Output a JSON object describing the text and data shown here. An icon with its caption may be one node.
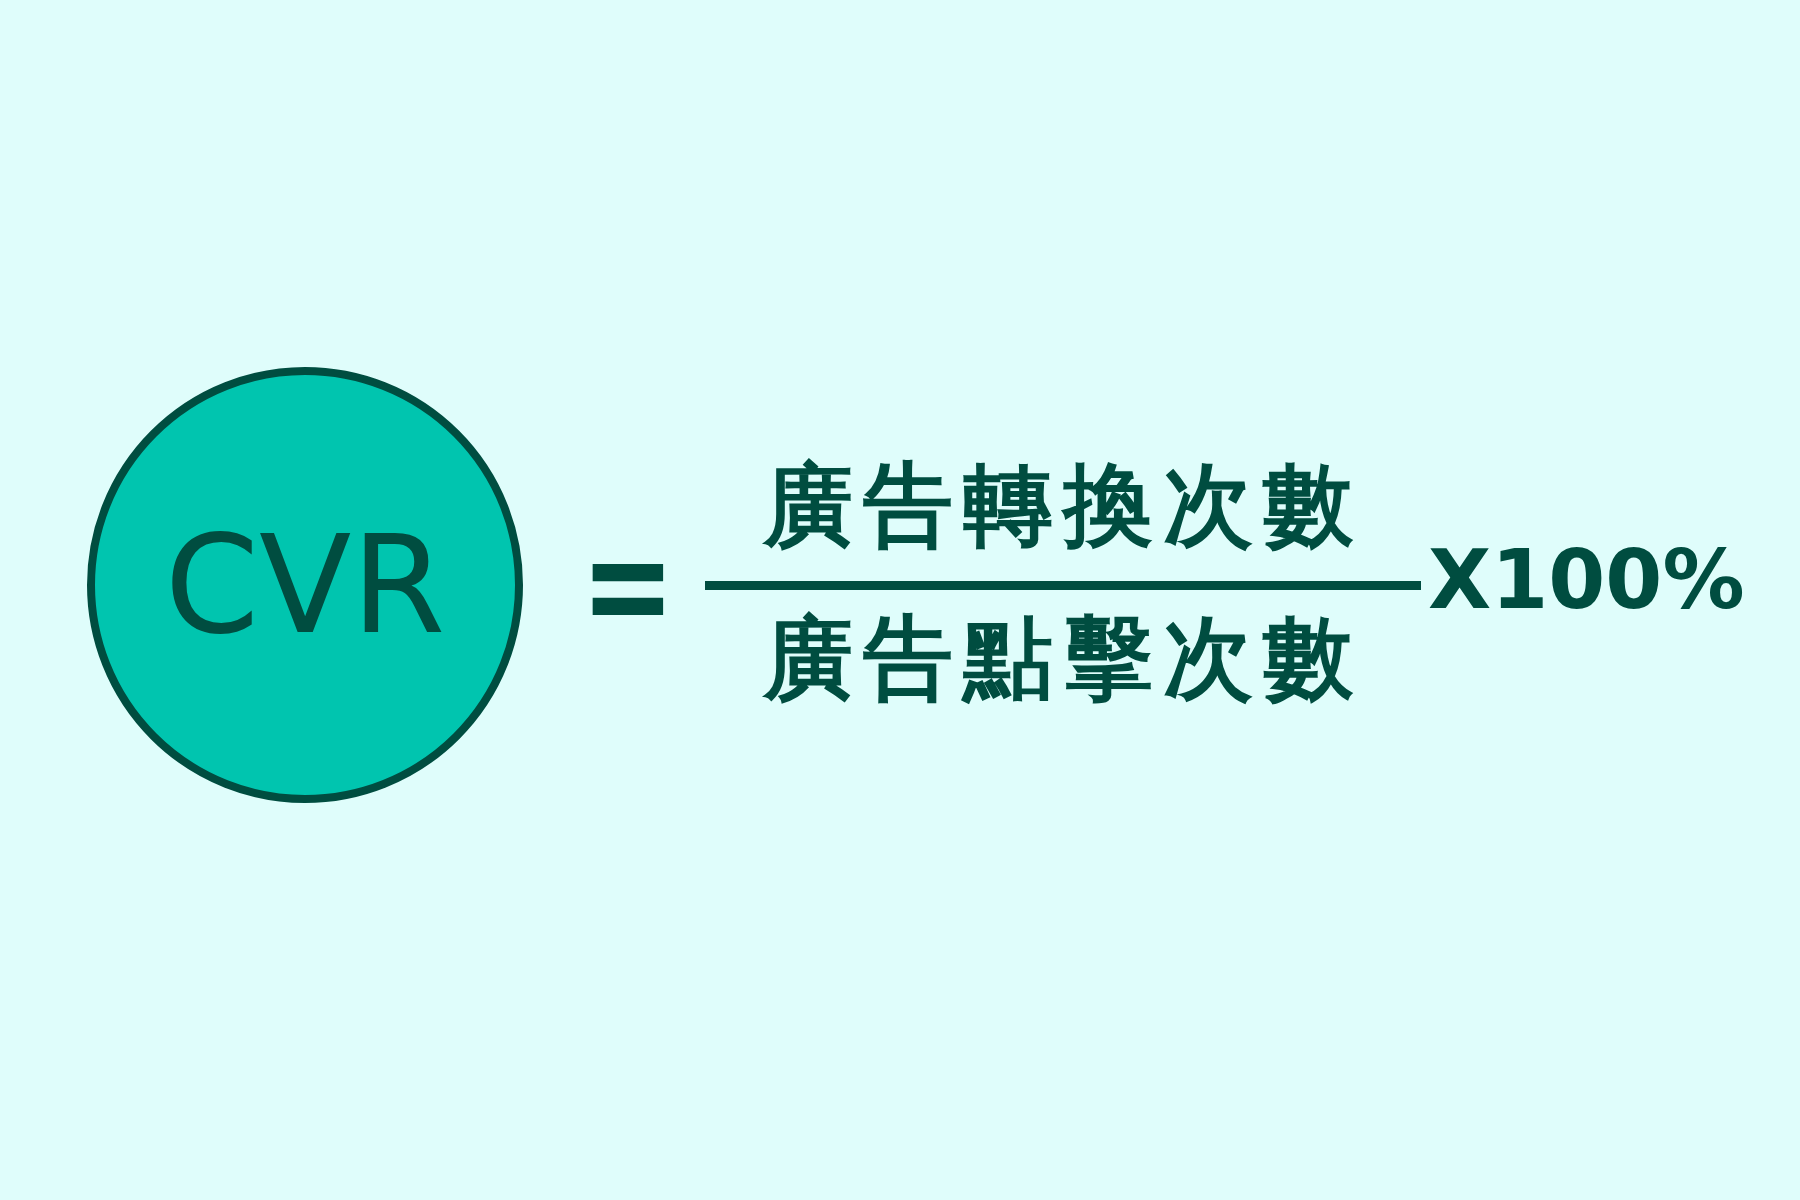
{
  "diagram": {
    "nodes": [
      {
        "text": [
          "CVR"
        ]
      }
    ],
    "edges": [],
    "labels": [
      "=",
      "廣告轉換次數",
      "廣告點擊次數",
      "X100%"
    ]
  }
}
